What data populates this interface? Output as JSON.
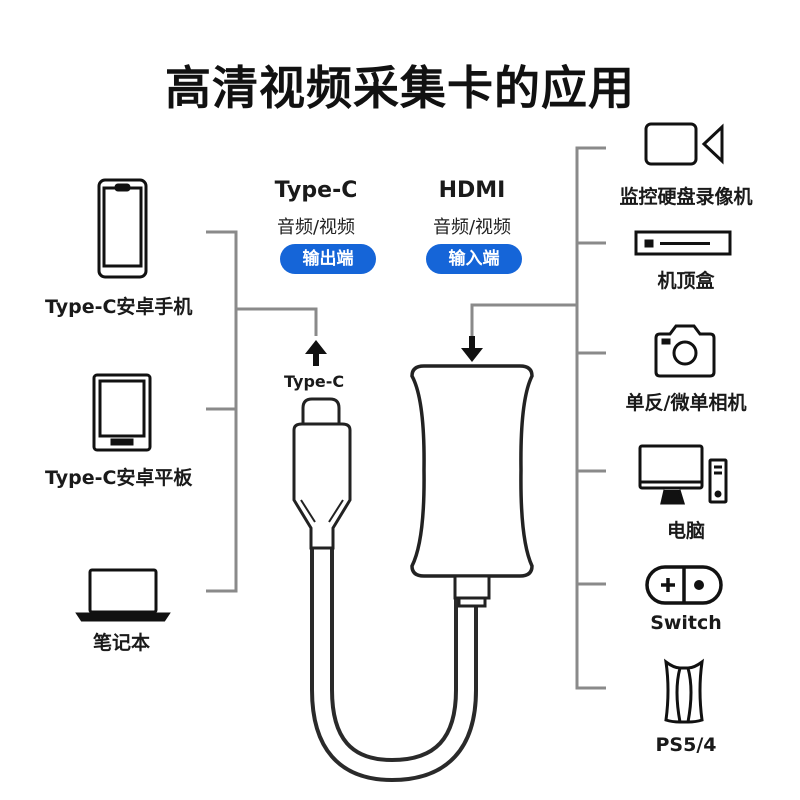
{
  "title": "高清视频采集卡的应用",
  "output_port": {
    "name": "Type-C",
    "sub": "音频/视频",
    "badge": "输出端"
  },
  "input_port": {
    "name": "HDMI",
    "sub": "音频/视频",
    "badge": "输入端"
  },
  "connector_label": "Type-C",
  "left_devices": [
    {
      "label": "Type-C安卓手机",
      "icon": "smartphone-icon"
    },
    {
      "label": "Type-C安卓平板",
      "icon": "tablet-icon"
    },
    {
      "label": "笔记本",
      "icon": "laptop-icon"
    }
  ],
  "right_devices": [
    {
      "label": "监控硬盘录像机",
      "icon": "camera-recorder-icon"
    },
    {
      "label": "机顶盒",
      "icon": "set-top-box-icon"
    },
    {
      "label": "单反/微单相机",
      "icon": "camera-icon"
    },
    {
      "label": "电脑",
      "icon": "desktop-computer-icon"
    },
    {
      "label": "Switch",
      "icon": "gamepad-icon"
    },
    {
      "label": "PS5/4",
      "icon": "console-icon"
    }
  ],
  "colors": {
    "accent": "#1565d8",
    "line": "#8a8a8a",
    "device": "#5f5f5f"
  }
}
